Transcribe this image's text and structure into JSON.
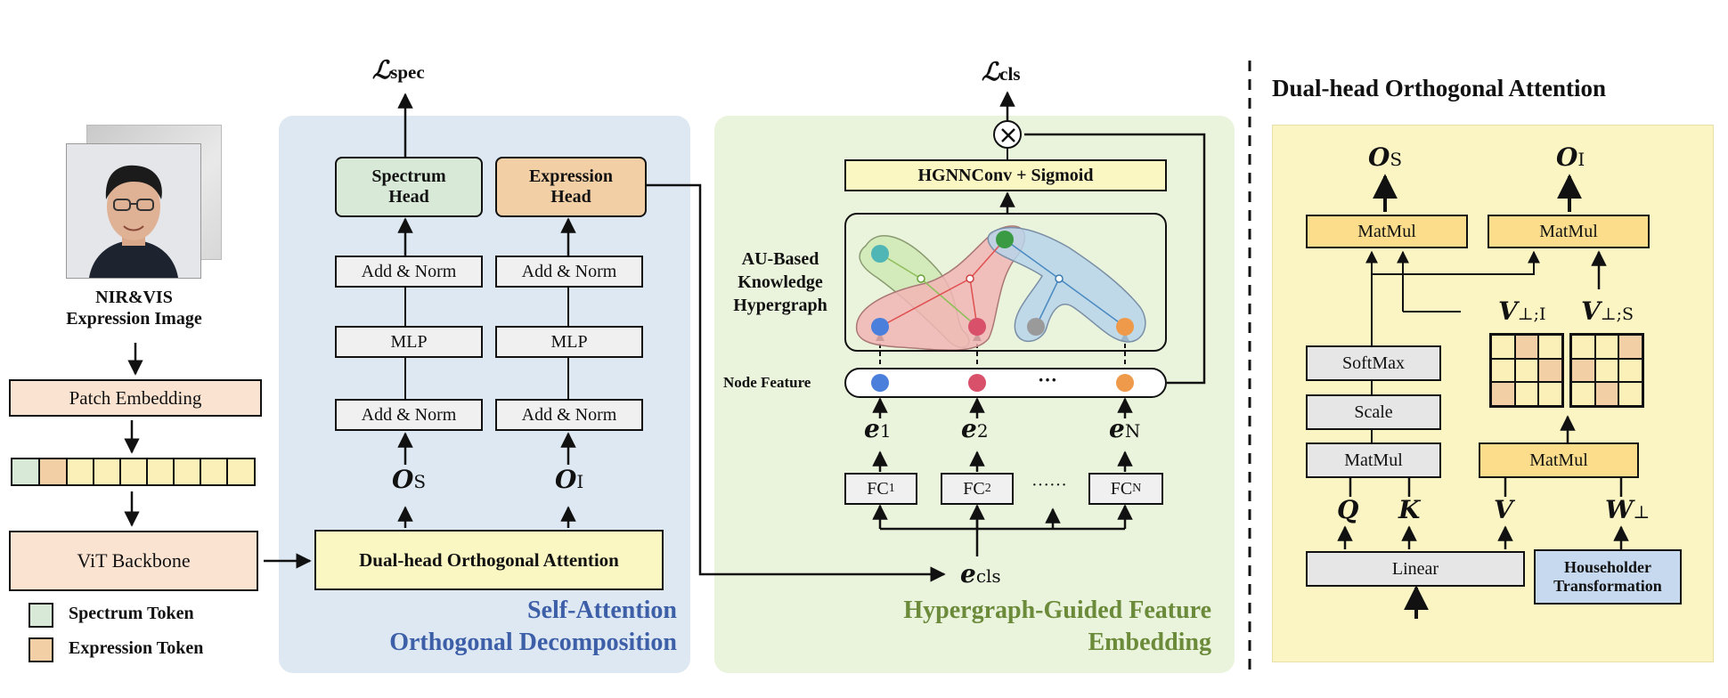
{
  "input": {
    "image_label_line1": "NIR&VIS",
    "image_label_line2": "Expression Image",
    "patch_embedding": "Patch Embedding",
    "vit_backbone": "ViT Backbone",
    "legend": [
      {
        "label": "Spectrum Token",
        "color": "#d8ead7"
      },
      {
        "label": "Expression Token",
        "color": "#f3cfa6"
      }
    ]
  },
  "self_attention": {
    "loss_symbol": "ℒ",
    "loss_sub": "spec",
    "spectrum_head": "Spectrum Head",
    "expression_head": "Expression Head",
    "add_norm": "Add & Norm",
    "mlp": "MLP",
    "o_s_main": "O",
    "o_s_sub": "S",
    "o_i_main": "O",
    "o_i_sub": "I",
    "dual_head": "Dual-head Orthogonal Attention",
    "caption_line1": "Self-Attention",
    "caption_line2": "Orthogonal Decomposition",
    "caption_color": "#3d5fa8"
  },
  "hypergraph": {
    "loss_symbol": "ℒ",
    "loss_sub": "cls",
    "hgnn": "HGNNConv + Sigmoid",
    "au_line1": "AU-Based",
    "au_line2": "Knowledge",
    "au_line3": "Hypergraph",
    "node_feature": "Node Feature",
    "dots": "···",
    "e1_main": "e",
    "e1_sub": "1",
    "e2_main": "e",
    "e2_sub": "2",
    "en_main": "e",
    "en_sub": "N",
    "fc1_main": "FC",
    "fc1_sub": "1",
    "fc2_main": "FC",
    "fc2_sub": "2",
    "fc_dots": "······",
    "fcn_main": "FC",
    "fcn_sub": "N",
    "ecls_main": "e",
    "ecls_sub": "cls",
    "caption_line1": "Hypergraph-Guided Feature",
    "caption_line2": "Embedding",
    "caption_color": "#6b8a3a"
  },
  "dual_head_detail": {
    "title": "Dual-head Orthogonal Attention",
    "os_main": "O",
    "os_sub": "S",
    "oi_main": "O",
    "oi_sub": "I",
    "matmul": "MatMul",
    "softmax": "SoftMax",
    "scale": "Scale",
    "linear": "Linear",
    "householder_line1": "Householder",
    "householder_line2": "Transformation",
    "q": "Q",
    "k": "K",
    "v": "V",
    "w_main": "W",
    "w_sub": "⊥",
    "v_perp_i_main": "V",
    "v_perp_i_sub": "⊥;I",
    "v_perp_s_main": "V",
    "v_perp_s_sub": "⊥;S"
  },
  "colors": {
    "blue_panel": "#dde8f3",
    "green_panel": "#eaf4dc",
    "yellow_panel": "#fbf5c4",
    "light_yellow_box": "#fbf7c2",
    "gold_box": "#fbdd8c",
    "peach": "#fbe3d2",
    "gray_box": "#e6e6e6",
    "spectrum_head": "#d8ead7",
    "expression_head": "#f3cfa6",
    "householder": "#c6d9ef"
  }
}
